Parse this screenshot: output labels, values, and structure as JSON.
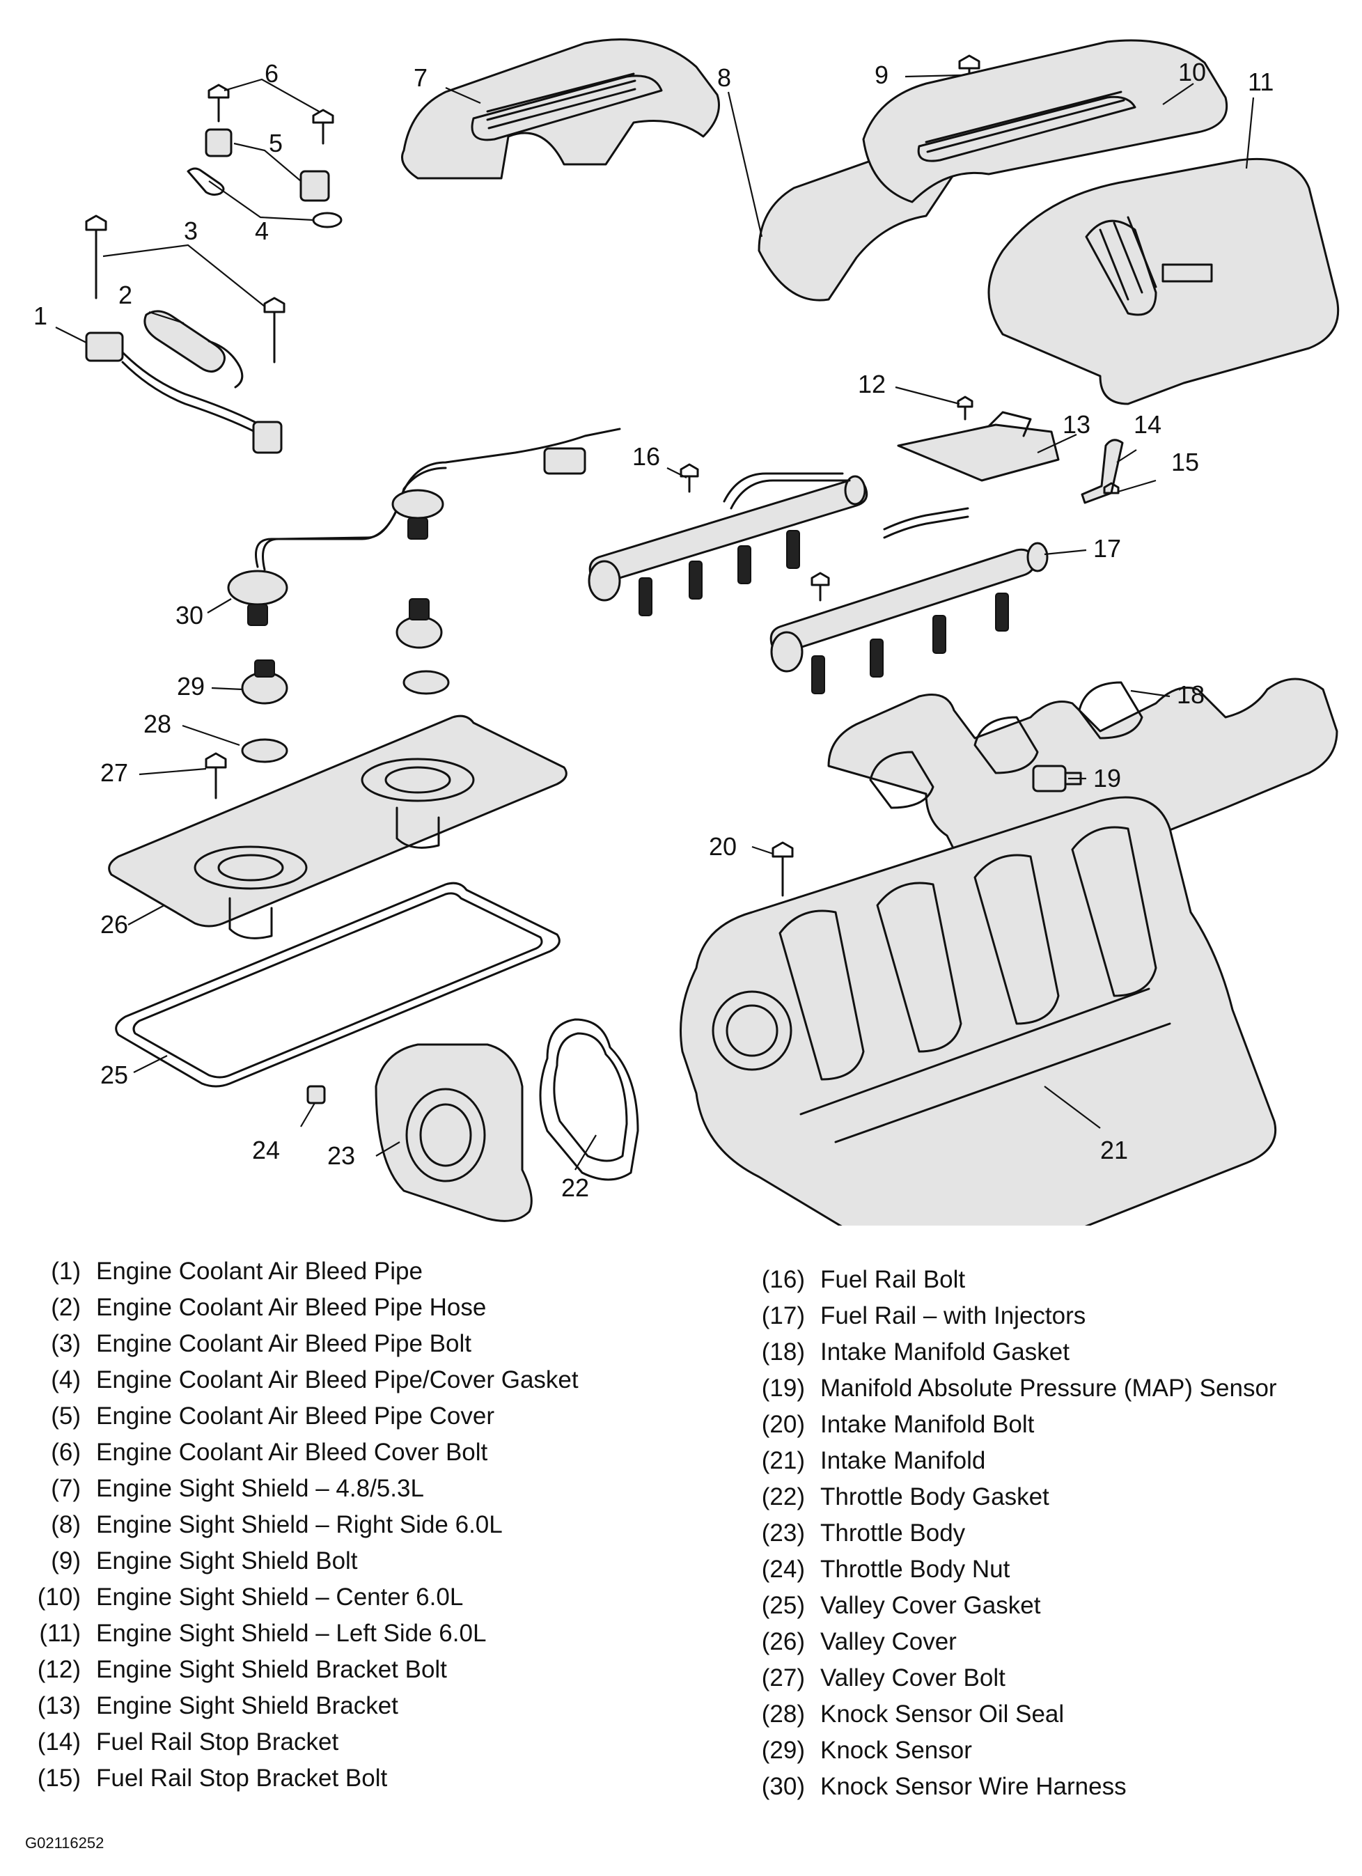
{
  "callouts": [
    "1",
    "2",
    "3",
    "4",
    "5",
    "6",
    "7",
    "8",
    "9",
    "10",
    "11",
    "12",
    "13",
    "14",
    "15",
    "16",
    "17",
    "18",
    "19",
    "20",
    "21",
    "22",
    "23",
    "24",
    "25",
    "26",
    "27",
    "28",
    "29",
    "30"
  ],
  "legend_left": [
    {
      "num": "(1)",
      "label": "Engine Coolant Air Bleed Pipe"
    },
    {
      "num": "(2)",
      "label": "Engine Coolant Air Bleed Pipe Hose"
    },
    {
      "num": "(3)",
      "label": "Engine Coolant Air Bleed Pipe Bolt"
    },
    {
      "num": "(4)",
      "label": "Engine Coolant Air Bleed Pipe/Cover Gasket"
    },
    {
      "num": "(5)",
      "label": "Engine Coolant Air Bleed Pipe Cover"
    },
    {
      "num": "(6)",
      "label": "Engine Coolant Air Bleed Cover Bolt"
    },
    {
      "num": "(7)",
      "label": "Engine Sight Shield – 4.8/5.3L"
    },
    {
      "num": "(8)",
      "label": "Engine Sight Shield – Right Side 6.0L"
    },
    {
      "num": "(9)",
      "label": "Engine Sight Shield Bolt"
    },
    {
      "num": "(10)",
      "label": "Engine Sight Shield – Center 6.0L"
    },
    {
      "num": "(11)",
      "label": "Engine Sight Shield – Left Side 6.0L"
    },
    {
      "num": "(12)",
      "label": "Engine Sight Shield Bracket Bolt"
    },
    {
      "num": "(13)",
      "label": "Engine Sight Shield Bracket"
    },
    {
      "num": "(14)",
      "label": "Fuel Rail Stop Bracket"
    },
    {
      "num": "(15)",
      "label": "Fuel Rail Stop Bracket Bolt"
    }
  ],
  "legend_right": [
    {
      "num": "(16)",
      "label": "Fuel Rail Bolt"
    },
    {
      "num": "(17)",
      "label": "Fuel Rail – with Injectors"
    },
    {
      "num": "(18)",
      "label": "Intake Manifold Gasket"
    },
    {
      "num": "(19)",
      "label": "Manifold Absolute Pressure (MAP) Sensor"
    },
    {
      "num": "(20)",
      "label": "Intake Manifold Bolt"
    },
    {
      "num": "(21)",
      "label": "Intake Manifold"
    },
    {
      "num": "(22)",
      "label": "Throttle Body Gasket"
    },
    {
      "num": "(23)",
      "label": "Throttle Body"
    },
    {
      "num": "(24)",
      "label": "Throttle Body Nut"
    },
    {
      "num": "(25)",
      "label": "Valley Cover Gasket"
    },
    {
      "num": "(26)",
      "label": "Valley Cover"
    },
    {
      "num": "(27)",
      "label": "Valley Cover Bolt"
    },
    {
      "num": "(28)",
      "label": "Knock Sensor Oil Seal"
    },
    {
      "num": "(29)",
      "label": "Knock Sensor"
    },
    {
      "num": "(30)",
      "label": "Knock Sensor Wire Harness"
    }
  ],
  "figure_id": "G02116252"
}
